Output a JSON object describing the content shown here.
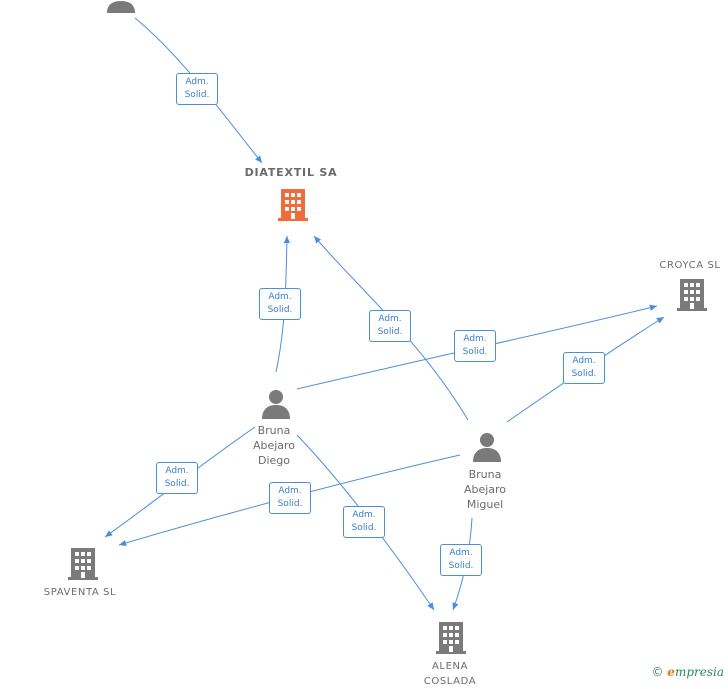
{
  "nodes": {
    "main_company": {
      "name": "DIATEXTIL SA"
    },
    "croyca": {
      "name": "CROYCA SL"
    },
    "spaventa": {
      "name": "SPAVENTA SL"
    },
    "alena": {
      "name_line1": "ALENA",
      "name_line2": "COSLADA"
    },
    "diego": {
      "line1": "Bruna",
      "line2": "Abejaro",
      "line3": "Diego"
    },
    "miguel": {
      "line1": "Bruna",
      "line2": "Abejaro",
      "line3": "Miguel"
    }
  },
  "edge_labels": [
    {
      "line1": "Adm.",
      "line2": "Solid."
    },
    {
      "line1": "Adm.",
      "line2": "Solid."
    },
    {
      "line1": "Adm.",
      "line2": "Solid."
    },
    {
      "line1": "Adm.",
      "line2": "Solid."
    },
    {
      "line1": "Adm.",
      "line2": "Solid."
    },
    {
      "line1": "Adm.",
      "line2": "Solid."
    },
    {
      "line1": "Adm.",
      "line2": "Solid."
    },
    {
      "line1": "Adm.",
      "line2": "Solid."
    },
    {
      "line1": "Adm.",
      "line2": "Solid."
    }
  ],
  "footer": {
    "copyright": "©",
    "brand_initial": "e",
    "brand_rest": "mpresia"
  },
  "colors": {
    "edge": "#4a90d9",
    "main_company": "#f26b3a",
    "node_gray": "#7a7a7a"
  }
}
